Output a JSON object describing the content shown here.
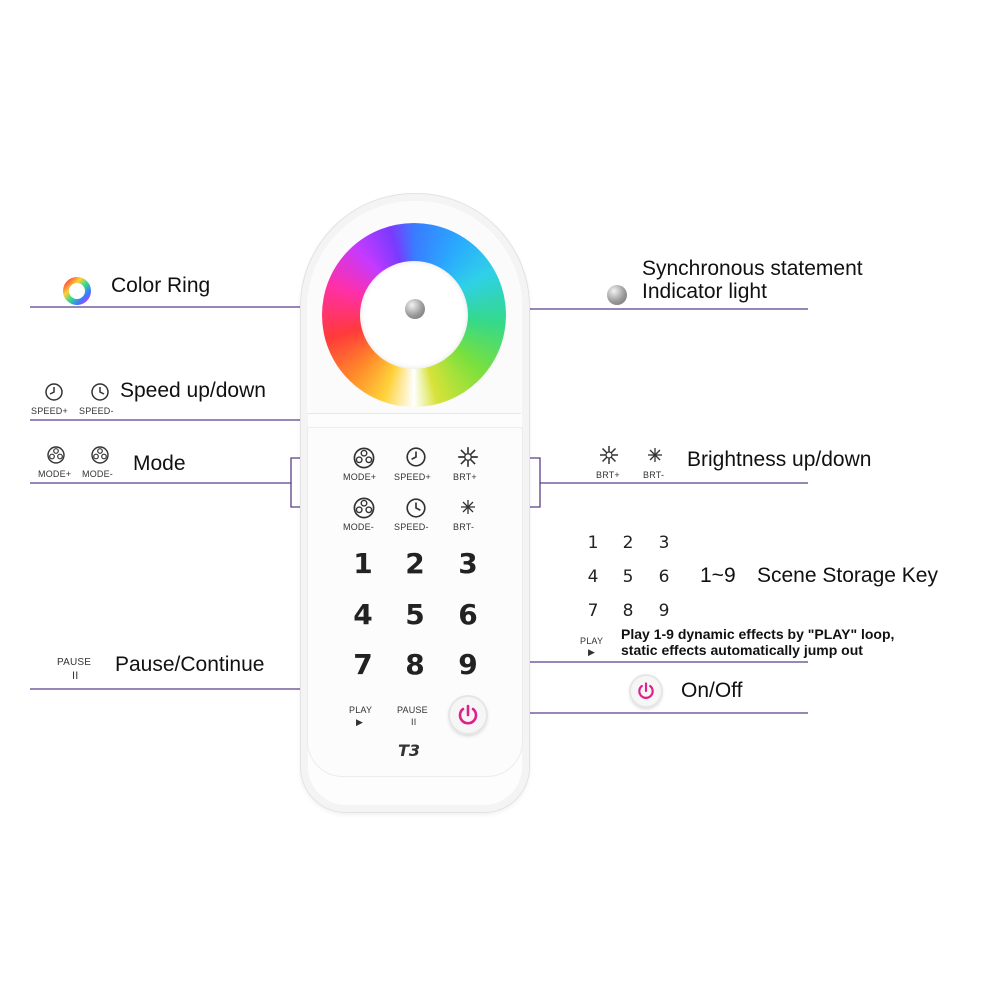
{
  "labels": {
    "color_ring": "Color Ring",
    "sync_line1": "Synchronous statement",
    "sync_line2": "Indicator light",
    "speed": "Speed up/down",
    "mode": "Mode",
    "brightness": "Brightness up/down",
    "scene_range": "1~9",
    "scene": "Scene Storage Key",
    "play_note_line1": "Play 1-9 dynamic effects by \"PLAY\" loop,",
    "play_note_line2": "static effects automatically jump out",
    "pause": "Pause/Continue",
    "onoff": "On/Off"
  },
  "buttons": {
    "mode_plus": "MODE+",
    "mode_minus": "MODE-",
    "speed_plus": "SPEED+",
    "speed_minus": "SPEED-",
    "brt_plus": "BRT+",
    "brt_minus": "BRT-",
    "play": "PLAY",
    "pause": "PAUSE",
    "pause_symbol": "II",
    "play_symbol": "▶"
  },
  "digits": [
    "1",
    "2",
    "3",
    "4",
    "5",
    "6",
    "7",
    "8",
    "9"
  ],
  "brand": "T3",
  "colors": {
    "line": "#5a3e8a",
    "power_accent": "#e0208a",
    "text": "#111111"
  },
  "icons": [
    "color-ring-icon",
    "indicator-light-icon",
    "speed-icon",
    "mode-icon",
    "brightness-icon",
    "power-icon",
    "play-icon",
    "pause-icon"
  ]
}
